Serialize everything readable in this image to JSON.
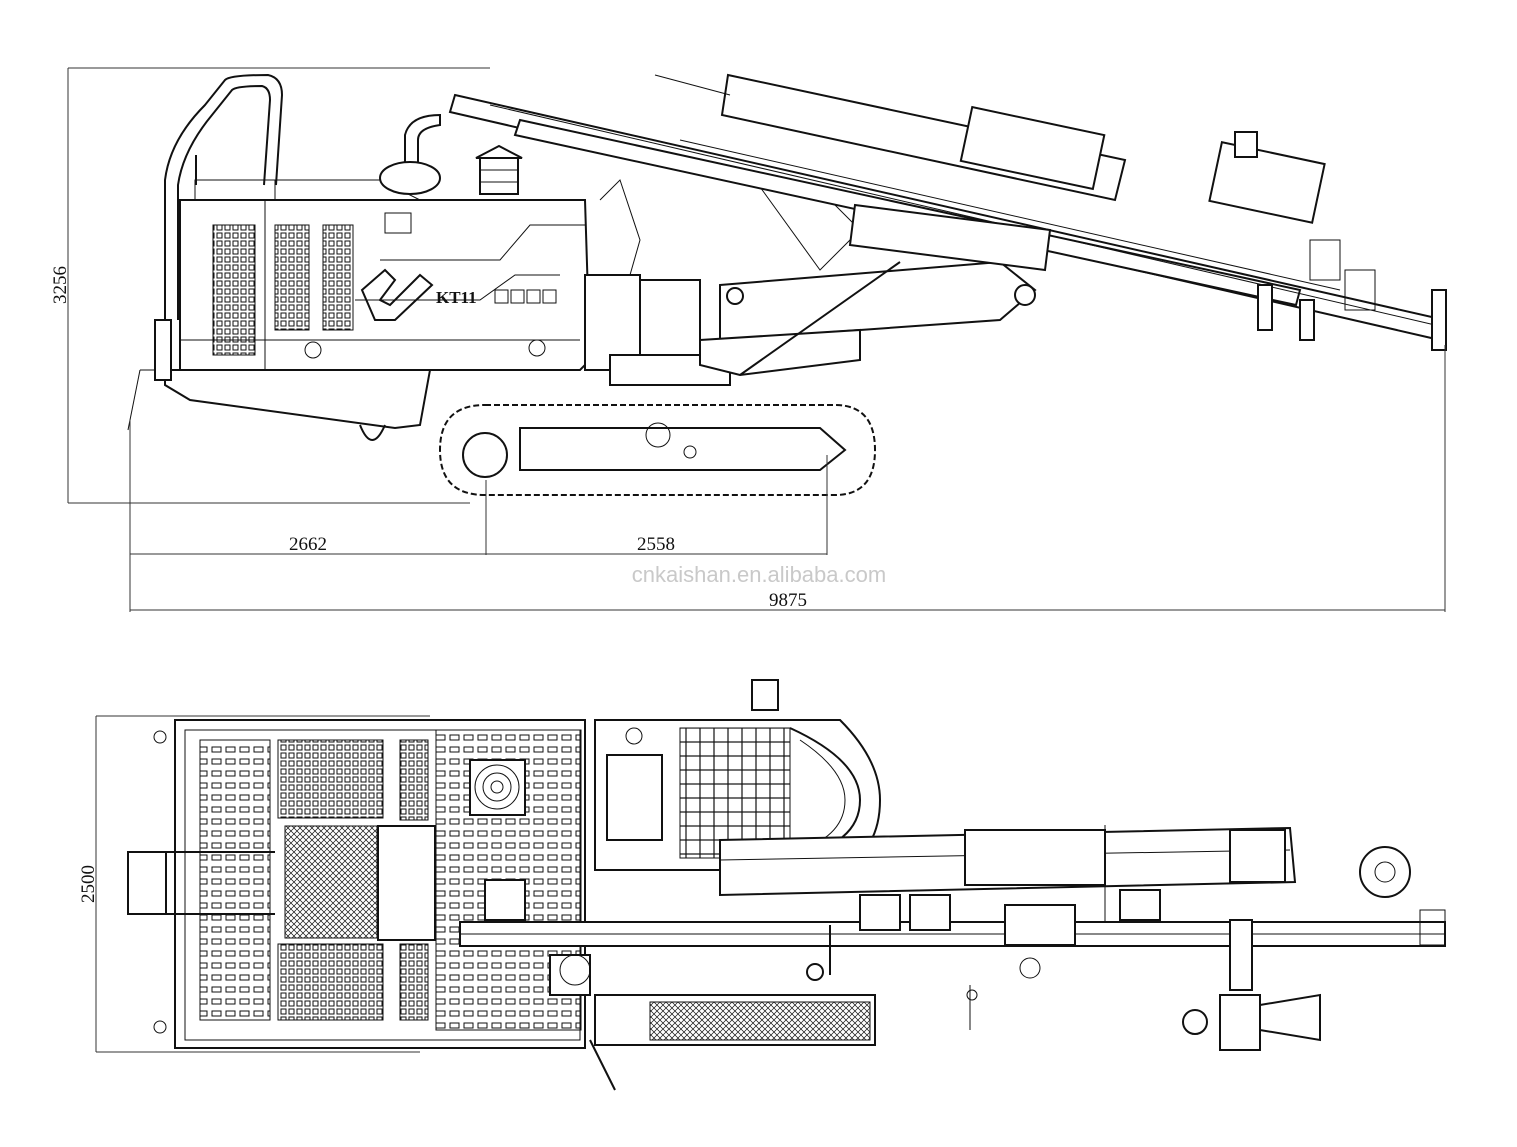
{
  "side_view": {
    "model_label": "KT11",
    "height_dimension": "3256",
    "rear_to_sprocket_dimension": "2662",
    "track_length_dimension": "2558",
    "overall_length_dimension": "9875"
  },
  "watermark": "cnkaishan.en.alibaba.com",
  "top_view": {
    "width_dimension": "2500"
  }
}
